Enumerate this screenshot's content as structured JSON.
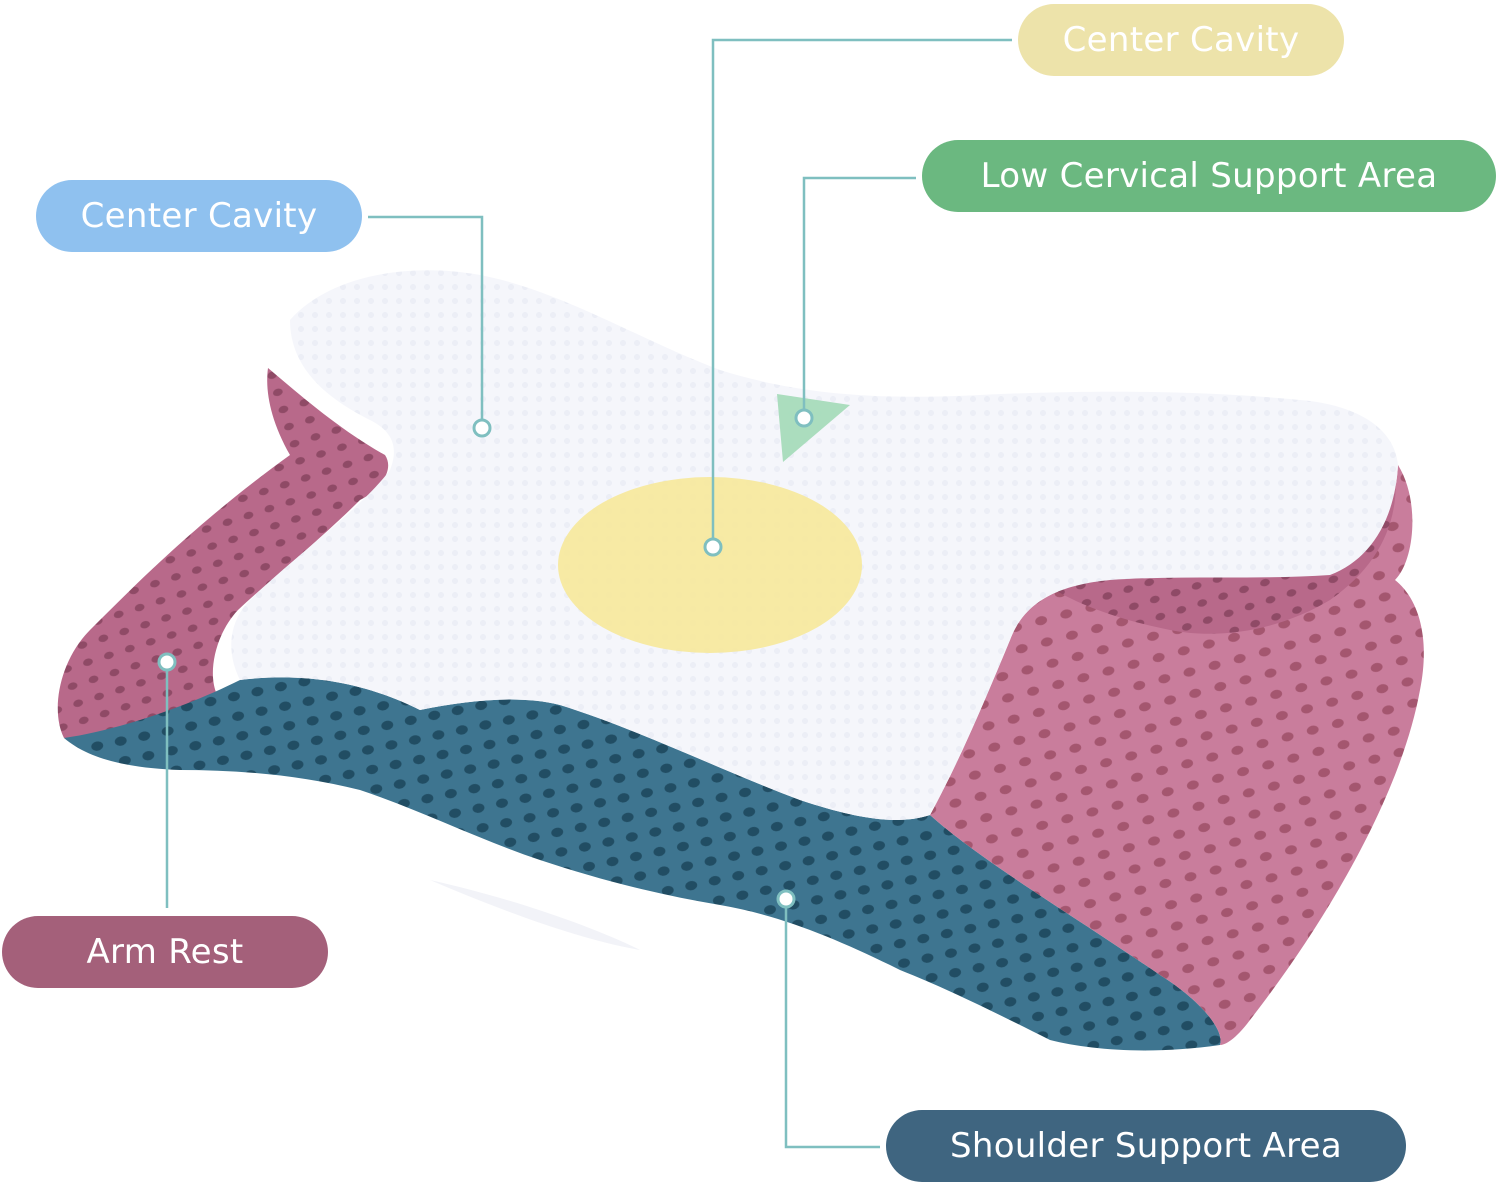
{
  "labels": {
    "top_center_cavity": "Center Cavity",
    "left_center_cavity": "Center Cavity",
    "low_cervical": "Low Cervical Support Area",
    "arm_rest": "Arm Rest",
    "shoulder_support": "Shoulder Support Area"
  },
  "colors": {
    "top_center_cavity": "#ede3aa",
    "left_center_cavity": "#8fc1ef",
    "low_cervical": "#6bb880",
    "arm_rest": "#a4607a",
    "shoulder_support": "#3f6580",
    "connector": "#7fbfc0",
    "pillow_top": "#f4f5fb",
    "mesh_pink": "#b86a88",
    "mesh_blue": "#3c6f86",
    "center_ellipse": "#f6e79a",
    "cervical_marker": "#a9dcbc"
  }
}
